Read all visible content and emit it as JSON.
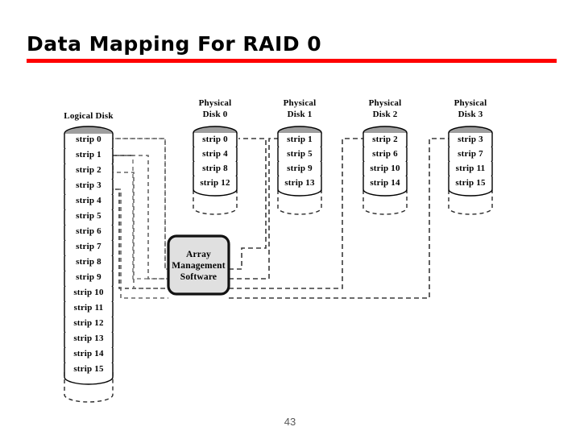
{
  "slide": {
    "title": "Data Mapping For RAID 0",
    "page_number": "43",
    "accent_color": "#ff0000",
    "background_color": "#ffffff"
  },
  "diagram": {
    "logical_disk": {
      "caption": "Logical Disk",
      "strips": [
        "strip 0",
        "strip 1",
        "strip 2",
        "strip 3",
        "strip 4",
        "strip 5",
        "strip 6",
        "strip 7",
        "strip 8",
        "strip 9",
        "strip 10",
        "strip 11",
        "strip 12",
        "strip 13",
        "strip 14",
        "strip 15"
      ]
    },
    "array_management": {
      "line1": "Array",
      "line2": "Management",
      "line3": "Software",
      "fill_color": "#e0e0e0"
    },
    "physical_disks": [
      {
        "caption_line1": "Physical",
        "caption_line2": "Disk 0",
        "strips": [
          "strip 0",
          "strip 4",
          "strip 8",
          "strip 12"
        ]
      },
      {
        "caption_line1": "Physical",
        "caption_line2": "Disk 1",
        "strips": [
          "strip 1",
          "strip 5",
          "strip 9",
          "strip 13"
        ]
      },
      {
        "caption_line1": "Physical",
        "caption_line2": "Disk 2",
        "strips": [
          "strip 2",
          "strip 6",
          "strip 10",
          "strip 14"
        ]
      },
      {
        "caption_line1": "Physical",
        "caption_line2": "Disk 3",
        "strips": [
          "strip 3",
          "strip 7",
          "strip 11",
          "strip 15"
        ]
      }
    ],
    "cap_fill_color": "#9e9e9e",
    "strip_fill_color": "#ffffff",
    "connector_style": "dashed"
  }
}
